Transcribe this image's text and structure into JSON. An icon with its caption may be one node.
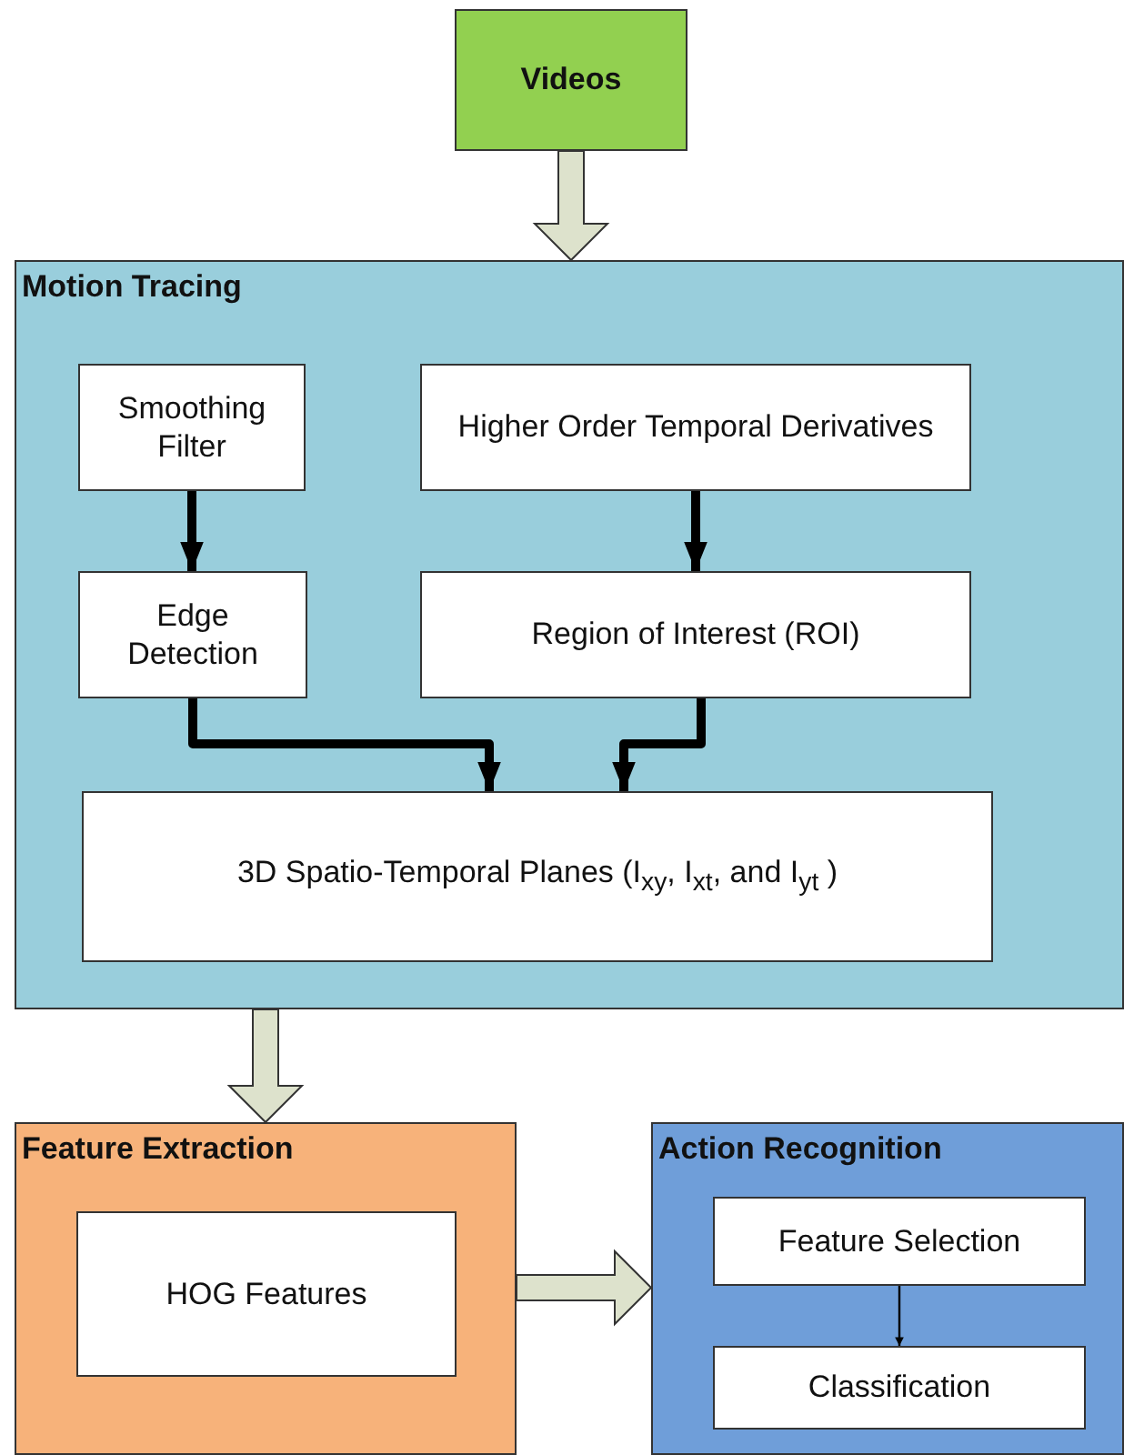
{
  "diagram": {
    "nodes": [
      {
        "text": [
          "Videos"
        ]
      },
      {
        "text": [
          "Motion Tracing"
        ]
      },
      {
        "text": [
          "Smoothing Filter"
        ],
        "in": 1
      },
      {
        "text": [
          "Higher Order Temporal Derivatives"
        ],
        "in": 1
      },
      {
        "text": [
          "Edge Detection"
        ],
        "in": 1
      },
      {
        "text": [
          "Region of Interest (ROI)"
        ],
        "in": 1
      },
      {
        "text": [
          "3D Spatio-Temporal  Planes (I$_{xy}$, I$_{xt}$, and I$_{yt}$ )"
        ],
        "in": 1
      },
      {
        "text": [
          "Feature Extraction"
        ]
      },
      {
        "text": [
          "HOG Features"
        ],
        "in": 7
      },
      {
        "text": [
          "Action Recognition"
        ]
      },
      {
        "text": [
          "Feature Selection"
        ],
        "in": 9
      },
      {
        "text": [
          "Classification"
        ],
        "in": 9
      }
    ],
    "edges": [
      {
        "from": 0,
        "to": 1,
        "arrow": "to",
        "style": "thick",
        "color": "#dde2cc"
      },
      {
        "from": 2,
        "to": 4,
        "arrow": "to"
      },
      {
        "from": 3,
        "to": 5,
        "arrow": "to"
      },
      {
        "from": 4,
        "to": 6,
        "arrow": "to"
      },
      {
        "from": 5,
        "to": 6,
        "arrow": "to"
      },
      {
        "from": 1,
        "to": 7,
        "arrow": "to",
        "style": "thick",
        "color": "#dde2cc"
      },
      {
        "from": 7,
        "to": 9,
        "arrow": "to",
        "style": "thick",
        "color": "#dde2cc"
      },
      {
        "from": 10,
        "to": 11,
        "arrow": "to"
      }
    ]
  }
}
